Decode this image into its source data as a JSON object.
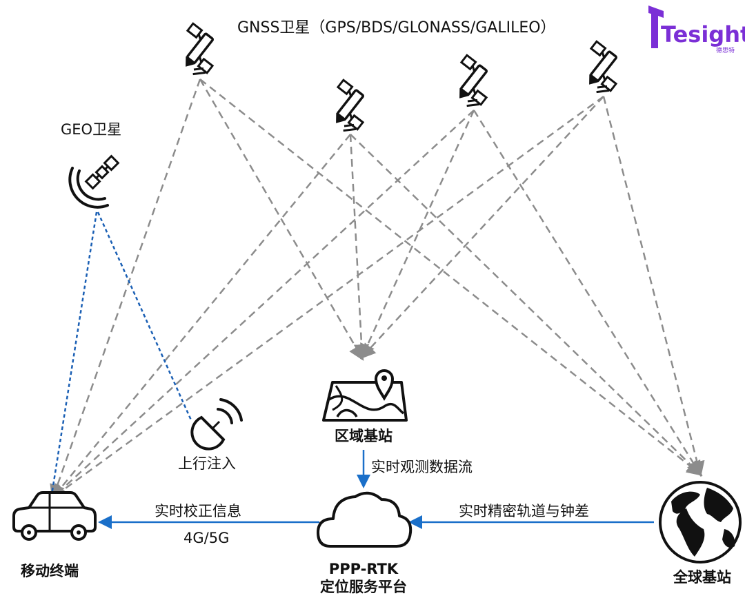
{
  "title": "GNSS卫星（GPS/BDS/GLONASS/GALILEO）",
  "logo": {
    "text": "Tesight",
    "subtext": "德思特",
    "color": "#7b2fd6"
  },
  "geo_label": "GEO卫星",
  "uplink_label": "上行注入",
  "regional_station": {
    "label": "区域基站"
  },
  "global_station": {
    "label": "全球基站"
  },
  "mobile_terminal": {
    "label": "移动终端"
  },
  "platform": {
    "label_line1": "PPP-RTK",
    "label_line2": "定位服务平台"
  },
  "flows": {
    "obs": "实时观测数据流",
    "orbit": "实时精密轨道与钟差",
    "correction": "实时校正信息",
    "network": "4G/5G"
  },
  "colors": {
    "gray_link": "#8c8c8c",
    "blue_link": "#1a5fb4",
    "flow_arrow": "#1a6fc9"
  },
  "icons": {
    "gnss_satellite": "satellite-icon",
    "geo_satellite": "geo-satellite-icon",
    "uplink": "antenna-dish-icon",
    "regional_station": "map-pin-icon",
    "global_station": "globe-icon",
    "mobile_terminal": "car-icon",
    "platform": "cloud-icon"
  }
}
